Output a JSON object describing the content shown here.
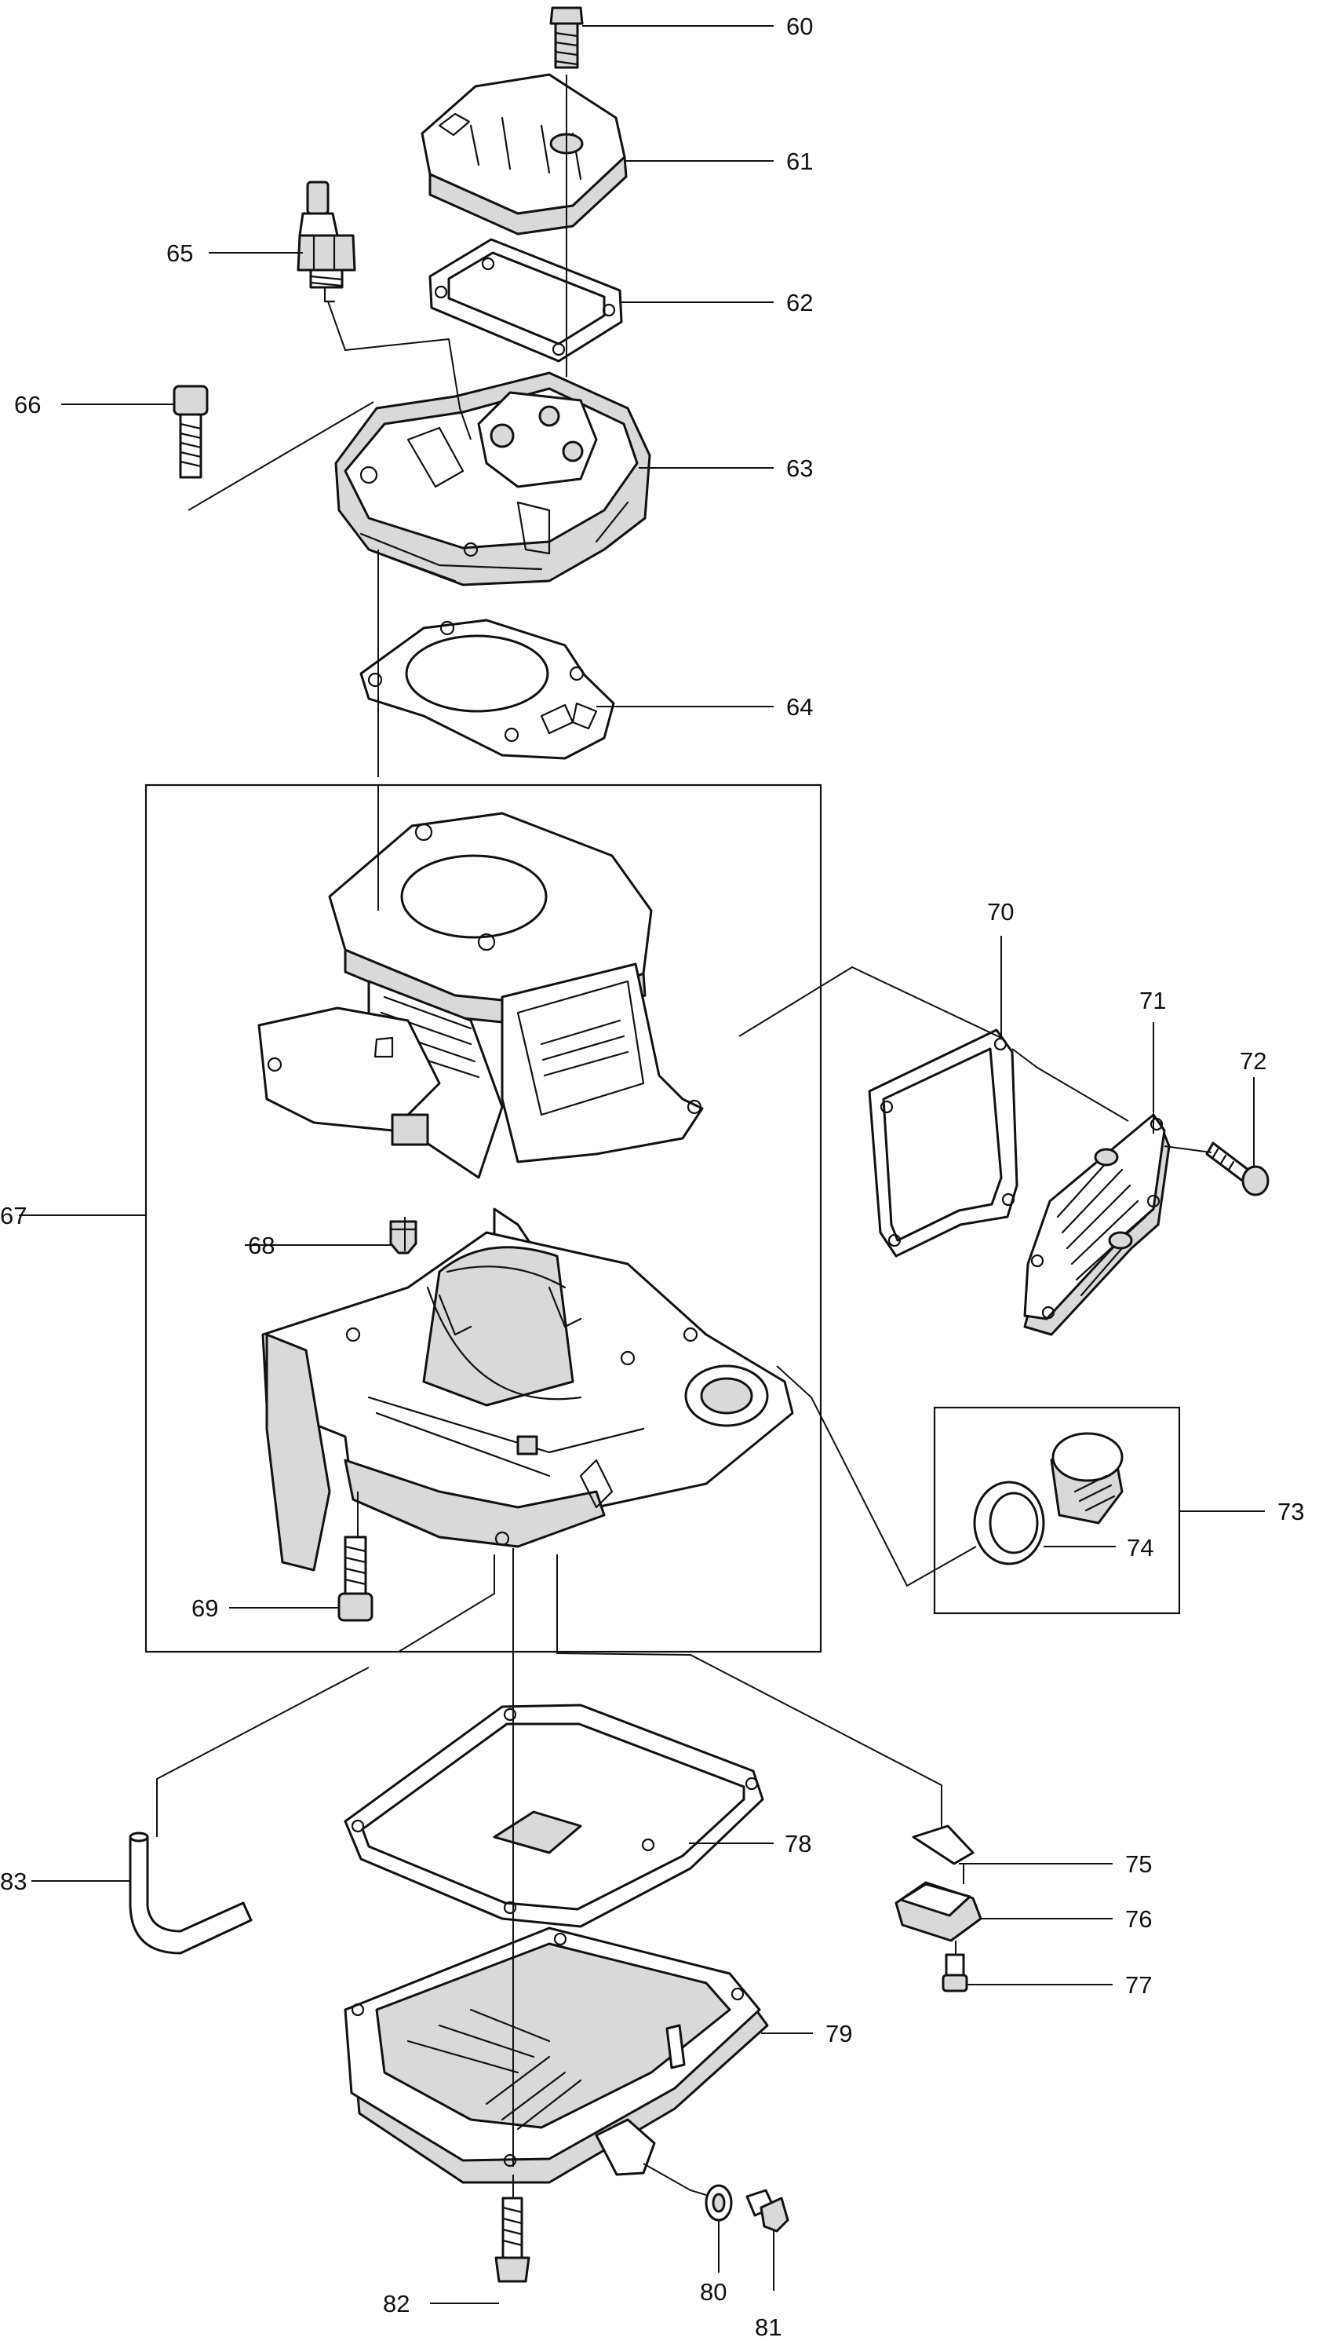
{
  "diagram": {
    "callouts": [
      "60",
      "61",
      "62",
      "63",
      "64",
      "65",
      "66",
      "67",
      "68",
      "69",
      "70",
      "71",
      "72",
      "73",
      "74",
      "75",
      "76",
      "77",
      "78",
      "79",
      "80",
      "81",
      "82",
      "83"
    ]
  }
}
